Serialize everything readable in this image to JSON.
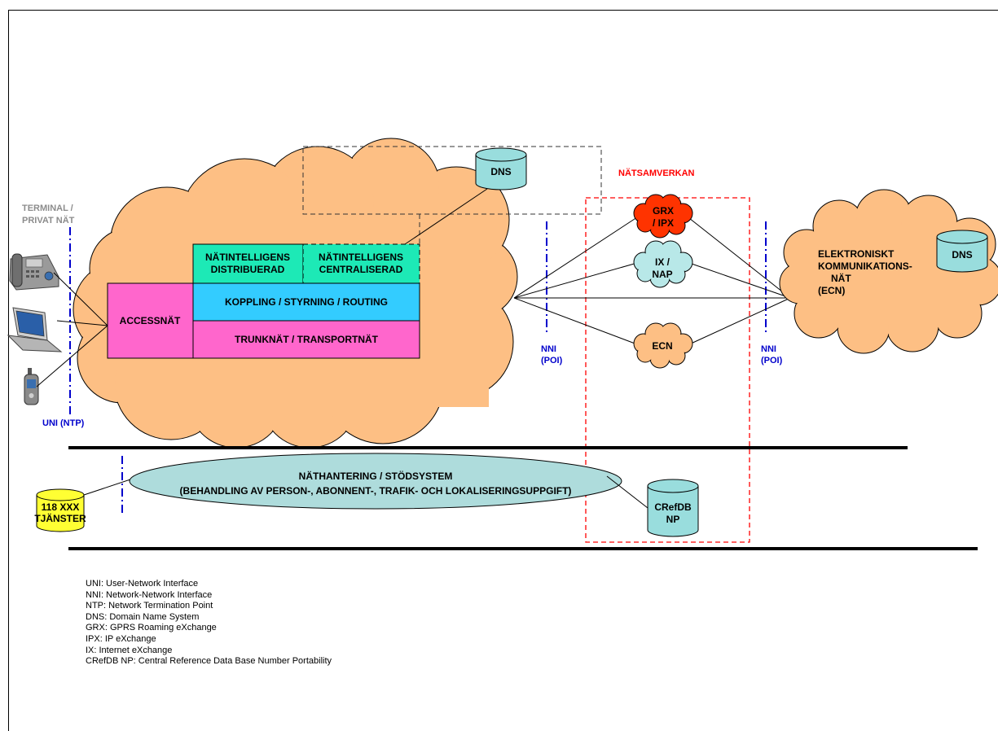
{
  "labels": {
    "terminal_line1": "TERMINAL /",
    "terminal_line2": "PRIVAT NÄT",
    "uni": "UNI (NTP)",
    "nni_left_line1": "NNI",
    "nni_left_line2": "(POI)",
    "nni_right_line1": "NNI",
    "nni_right_line2": "(POI)",
    "natsamverkan": "NÄTSAMVERKAN"
  },
  "blocks": {
    "accessnat": "ACCESSNÄT",
    "dist_line1": "NÄTINTELLIGENS",
    "dist_line2": "DISTRIBUERAD",
    "cent_line1": "NÄTINTELLIGENS",
    "cent_line2": "CENTRALISERAD",
    "koppling": "KOPPLING / STYRNING / ROUTING",
    "trunknat": "TRUNKNÄT / TRANSPORTNÄT"
  },
  "clouds": {
    "grx_line1": "GRX",
    "grx_line2": "/ IPX",
    "ix_line1": "IX /",
    "ix_line2": "NAP",
    "ecn_small": "ECN",
    "ecn_big_line1": "ELEKTRONISKT",
    "ecn_big_line2": "KOMMUNIKATIONS-",
    "ecn_big_line3": "NÄT",
    "ecn_big_line4": "(ECN)"
  },
  "databases": {
    "dns_top": "DNS",
    "dns_right": "DNS",
    "crefdb_line1": "CRefDB",
    "crefdb_line2": "NP",
    "tjanster_line1": "118 XXX",
    "tjanster_line2": "TJÄNSTER"
  },
  "support": {
    "line1": "NÄTHANTERING / STÖDSYSTEM",
    "line2": "(BEHANDLING AV PERSON-, ABONNENT-, TRAFIK- OCH LOKALISERINGSUPPGIFT)"
  },
  "legend": [
    "UNI: User-Network Interface",
    "NNI: Network-Network Interface",
    "NTP: Network Termination Point",
    "DNS: Domain Name System",
    "GRX: GPRS Roaming eXchange",
    "IPX: IP eXchange",
    "IX: Internet eXchange",
    "CRefDB NP: Central Reference Data Base Number Portability"
  ],
  "colors": {
    "cloud": "#fdbf84",
    "pink": "#ff66cc",
    "cyan": "#33ccff",
    "teal": "#1de9b6",
    "database": "#99dddd",
    "yellow_db": "#ffff33",
    "ellipse": "#aedcdc",
    "grx": "#ff3300",
    "ix": "#b8e8e8",
    "nni_blue": "#0000cc",
    "red_dash": "#ff0000"
  },
  "icons": [
    "desk-phone-icon",
    "laptop-icon",
    "mobile-phone-icon"
  ]
}
